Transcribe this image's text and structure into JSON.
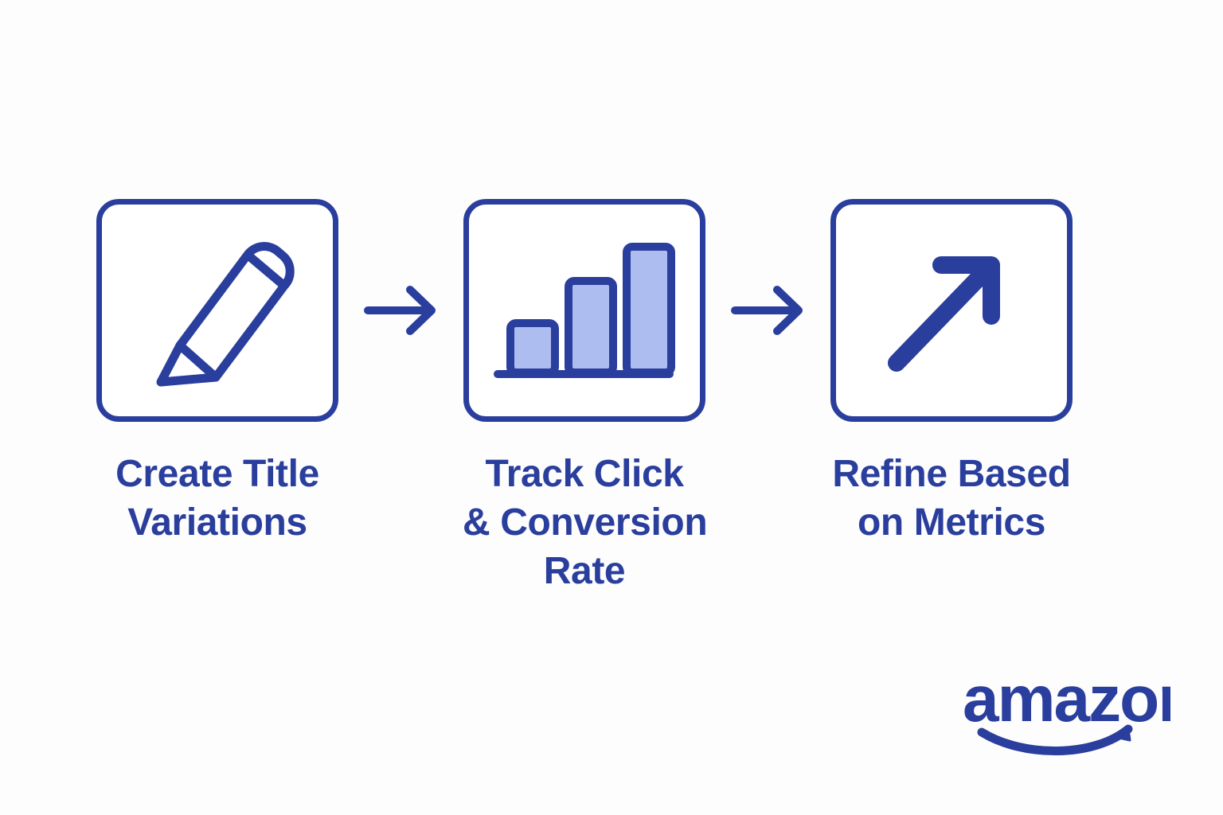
{
  "page": {
    "background_color": "#fdfdfe",
    "primary_color": "#2a3e9d",
    "accent_fill_color": "#aebdf0",
    "card_border_color": "#2a3e9d",
    "type": "process-flow-infographic"
  },
  "flow": {
    "steps": [
      {
        "index": 1,
        "icon": "pencil-icon",
        "label_lines": [
          "Create Title",
          "Variations"
        ],
        "label_text": "Create Title Variations"
      },
      {
        "index": 2,
        "icon": "bar-chart-icon",
        "label_lines": [
          "Track Click",
          "& Conversion",
          "Rate"
        ],
        "label_text": "Track Click & Conversion Rate"
      },
      {
        "index": 3,
        "icon": "trending-up-arrow-icon",
        "label_lines": [
          "Refine Based",
          "on Metrics"
        ],
        "label_text": "Refine Based on Metrics"
      }
    ],
    "connectors": [
      {
        "index": 1,
        "icon": "arrow-right-icon"
      },
      {
        "index": 2,
        "icon": "arrow-right-icon"
      }
    ]
  },
  "chart_data": {
    "type": "bar",
    "title": "",
    "categories": [
      "1",
      "2",
      "3"
    ],
    "values": [
      1,
      1.67,
      2.31
    ],
    "xlabel": "",
    "ylabel": "",
    "ylim": [
      0,
      2.6
    ],
    "grid": false,
    "legend": "none",
    "bar_fill": "#aebdf0",
    "bar_stroke": "#2a3e9d",
    "note": "Decorative icon bar chart inside card 2 — three ascending bars on a baseline"
  },
  "brand": {
    "name": "amazon",
    "wordmark": "amazon",
    "color": "#2a3e9d",
    "has_smile_swoosh": true
  }
}
